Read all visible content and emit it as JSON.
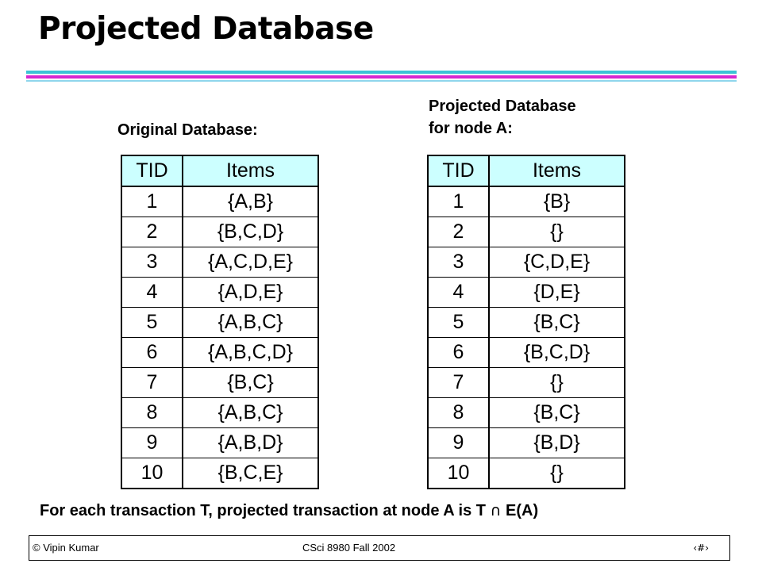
{
  "slide": {
    "title": "Projected Database"
  },
  "original": {
    "label": "Original Database:",
    "headers": {
      "tid": "TID",
      "items": "Items"
    },
    "rows": [
      {
        "tid": "1",
        "items": "{A,B}"
      },
      {
        "tid": "2",
        "items": "{B,C,D}"
      },
      {
        "tid": "3",
        "items": "{A,C,D,E}"
      },
      {
        "tid": "4",
        "items": "{A,D,E}"
      },
      {
        "tid": "5",
        "items": "{A,B,C}"
      },
      {
        "tid": "6",
        "items": "{A,B,C,D}"
      },
      {
        "tid": "7",
        "items": "{B,C}"
      },
      {
        "tid": "8",
        "items": "{A,B,C}"
      },
      {
        "tid": "9",
        "items": "{A,B,D}"
      },
      {
        "tid": "10",
        "items": "{B,C,E}"
      }
    ]
  },
  "projected": {
    "label_line1": "Projected Database",
    "label_line2": "for node A:",
    "headers": {
      "tid": "TID",
      "items": "Items"
    },
    "rows": [
      {
        "tid": "1",
        "items": "{B}"
      },
      {
        "tid": "2",
        "items": "{}"
      },
      {
        "tid": "3",
        "items": "{C,D,E}"
      },
      {
        "tid": "4",
        "items": "{D,E}"
      },
      {
        "tid": "5",
        "items": "{B,C}"
      },
      {
        "tid": "6",
        "items": "{B,C,D}"
      },
      {
        "tid": "7",
        "items": "{}"
      },
      {
        "tid": "8",
        "items": "{B,C}"
      },
      {
        "tid": "9",
        "items": "{B,D}"
      },
      {
        "tid": "10",
        "items": "{}"
      }
    ]
  },
  "caption": {
    "before": "For each transaction T, projected transaction at node A is T ",
    "symbol": "∩",
    "after": " E(A)"
  },
  "footer": {
    "author": "© Vipin Kumar",
    "course": "CSci 8980 Fall 2002",
    "page": "‹#›"
  },
  "colors": {
    "header_fill": "#ccffff",
    "rule_cyan": "#3cc3d6",
    "rule_magenta": "#d627d1"
  }
}
